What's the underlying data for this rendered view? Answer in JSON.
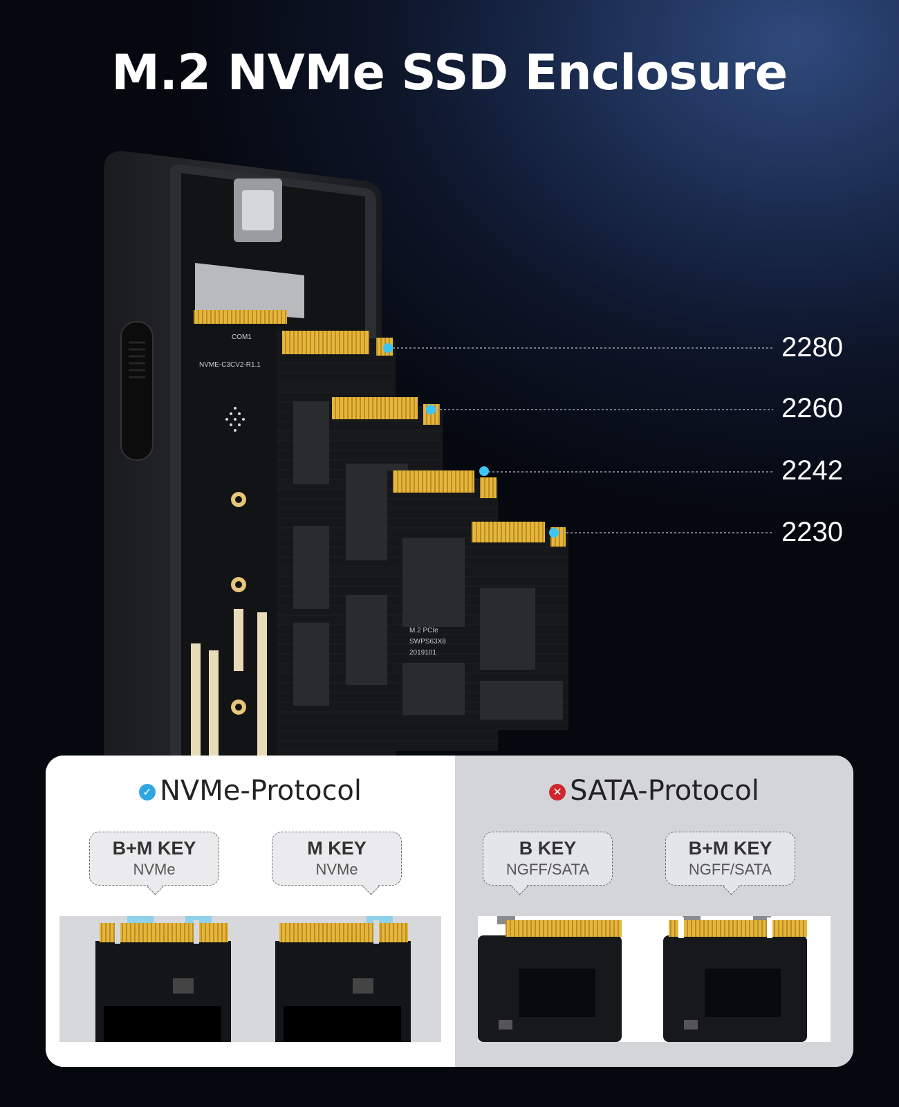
{
  "title": "M.2 NVMe SSD Enclosure",
  "sizes": [
    "2280",
    "2260",
    "2242",
    "2230"
  ],
  "colors": {
    "accent_dot": "#3cc6f5",
    "compatible": "#2fa6e0",
    "incompatible": "#d0262e",
    "gold_contacts": "#e6b53a"
  },
  "icons": {
    "compatible": "check-circle-icon",
    "incompatible": "x-circle-icon"
  },
  "protocols": {
    "nvme": {
      "label": "NVMe-Protocol",
      "keys": [
        {
          "title": "B+M KEY",
          "sub": "NVMe"
        },
        {
          "title": "M KEY",
          "sub": "NVMe"
        }
      ]
    },
    "sata": {
      "label": "SATA-Protocol",
      "keys": [
        {
          "title": "B KEY",
          "sub": "NGFF/SATA"
        },
        {
          "title": "B+M KEY",
          "sub": "NGFF/SATA"
        }
      ]
    }
  }
}
